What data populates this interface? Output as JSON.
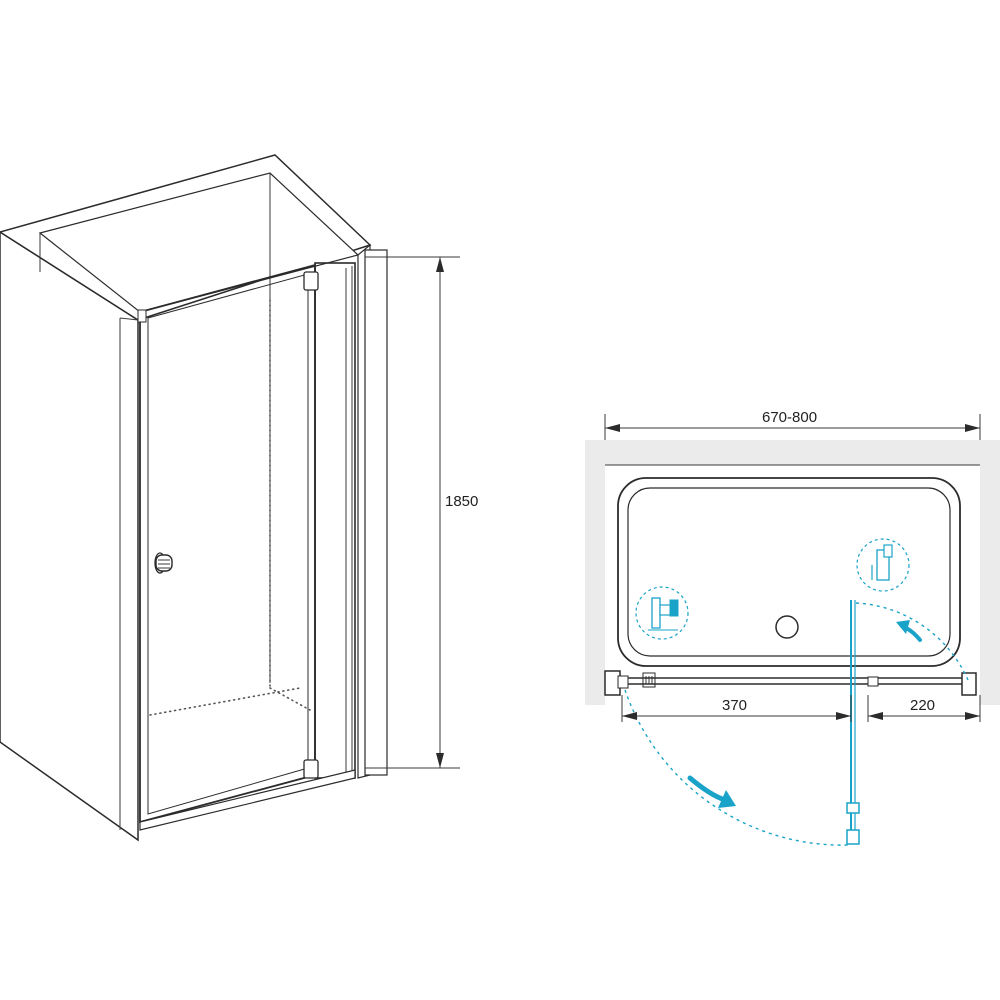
{
  "elevation": {
    "height_label": "1850"
  },
  "plan": {
    "width_range_label": "670-800",
    "left_dimension_label": "370",
    "right_dimension_label": "220"
  },
  "colors": {
    "line": "#2b2b2b",
    "wall": "#ebebeb",
    "accent": "#1aa3c8"
  },
  "icons": [
    "shower-door-hinge-icon",
    "door-handle-icon",
    "wall-profile-detail-icon",
    "swing-arrow-icon",
    "drain-icon"
  ]
}
